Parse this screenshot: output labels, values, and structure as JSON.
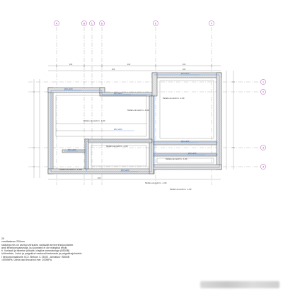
{
  "grid": {
    "columns": [
      "A",
      "B",
      "C",
      "D",
      "E",
      "F"
    ],
    "rows": [
      "1",
      "2",
      "3",
      "4"
    ]
  },
  "labels": {
    "level_1": "Taldeliu slunsrmin: -1.60",
    "level_2": "Taldeliu slunsrmin: -1.60",
    "level_3": "Taldeliu slunsrmin: -1.60",
    "level_4": "Taldeliu slunsrmin: -1.60",
    "level_5": "Taldeliu slunsrmin: -1.60",
    "level_6": "Taldeliu slunsrmin: -1.60",
    "level_7": "Taldeliu slunsrmin: -1.450",
    "level_8": "Taldeliu slunsrmin: -1.60",
    "mark_1": "Ø10 s200",
    "mark_2": "Ø10 s200",
    "mark_3": "Ø10 s200",
    "mark_4": "Ø10 s200",
    "mark_5": "Ø10 s200",
    "mark_6": "Ø10 s200",
    "mark_7": "Ø10 s200",
    "mark_8": "Ø10 s200",
    "dim_1": "100",
    "dim_2": "100",
    "dim_3": "100",
    "dim_4": "100",
    "dim_5": "100",
    "dim_6": "100"
  },
  "notes": [
    "20",
    "vundlaakuse 200mm",
    "statsegs mis on asetud võrkukes vastavalt armeerimisjoonistele.",
    "andi besekomaaksealla, kui joonised ei ole märgitud teisiti.",
    "ti. Vurlaadi ja bileetse (dikabs i rlaglise armeaturuge (B500B)",
    "ivõtmeteks. Lubut ja paigaldud vastavalt iestavade ja paigaldusjuhistele.",
    "",
    "l betoonkonsaksele XC2. Betoon C 25/30 - Armatuur: B500B",
    "=500MPa, Ulima dad imourout min: 100MPa."
  ]
}
